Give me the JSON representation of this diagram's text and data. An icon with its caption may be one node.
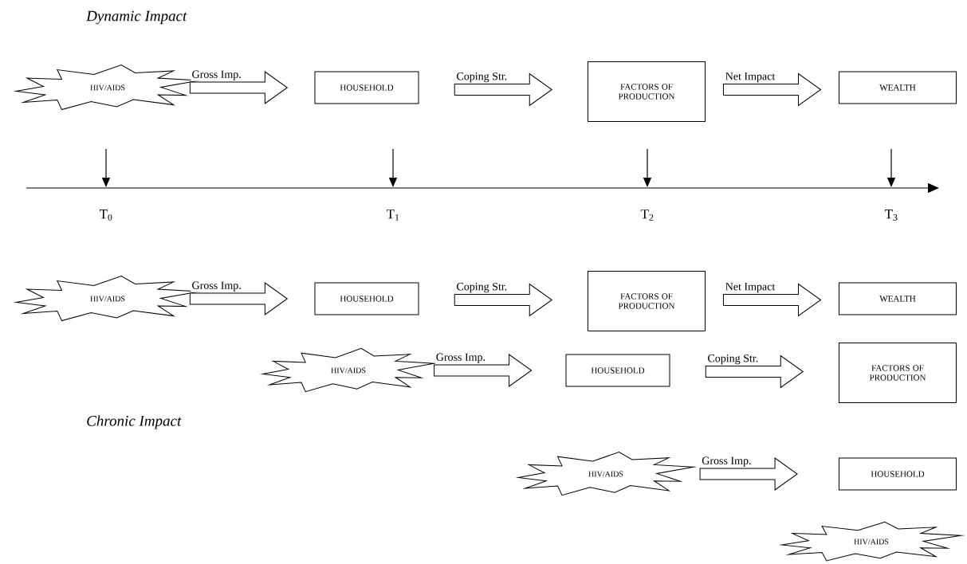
{
  "diagram": {
    "title": "Dynamic Impact",
    "nodes": [
      {
        "text": [
          "HIV/AIDS"
        ]
      },
      {
        "text": [
          "HOUSEHOLD"
        ]
      },
      {
        "text": [
          "FACTORS OF PRODUCTION"
        ]
      },
      {
        "text": [
          "WEALTH"
        ]
      },
      {
        "text": [
          "HIV/AIDS"
        ]
      },
      {
        "text": [
          "HOUSEHOLD"
        ]
      },
      {
        "text": [
          "FACTORS OF PRODUCTION"
        ]
      },
      {
        "text": [
          "WEALTH"
        ]
      },
      {
        "text": [
          "HIV/AIDS"
        ]
      },
      {
        "text": [
          "HOUSEHOLD"
        ]
      },
      {
        "text": [
          "FACTORS OF PRODUCTION"
        ]
      },
      {
        "text": [
          "HIV/AIDS"
        ]
      },
      {
        "text": [
          "HOUSEHOLD"
        ]
      },
      {
        "text": [
          "HIV/AIDS"
        ]
      }
    ],
    "edges": [
      {
        "from": 0,
        "to": 1,
        "arrow": "to",
        "label": "Gross Imp."
      },
      {
        "from": 1,
        "to": 2,
        "arrow": "to",
        "label": "Coping Str."
      },
      {
        "from": 2,
        "to": 3,
        "arrow": "to",
        "label": "Net Impact"
      },
      {
        "from": 4,
        "to": 5,
        "arrow": "to",
        "label": "Gross Imp."
      },
      {
        "from": 5,
        "to": 6,
        "arrow": "to",
        "label": "Coping Str."
      },
      {
        "from": 6,
        "to": 7,
        "arrow": "to",
        "label": "Net Impact"
      },
      {
        "from": 8,
        "to": 9,
        "arrow": "to",
        "label": "Gross Imp."
      },
      {
        "from": 9,
        "to": 10,
        "arrow": "to",
        "label": "Coping Str."
      },
      {
        "from": 11,
        "to": 12,
        "arrow": "to",
        "label": "Gross Imp."
      }
    ],
    "labels": [
      "T$_{0}$",
      "T$_{1}$",
      "T$_{2}$",
      "T$_{3}$",
      "Chronic Impact"
    ]
  }
}
